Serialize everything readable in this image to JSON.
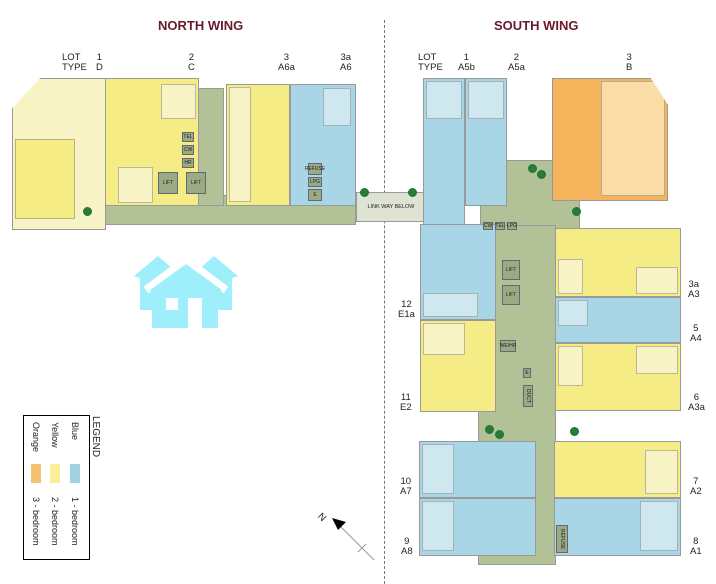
{
  "north_wing": {
    "title": "NORTH WING",
    "lot_header": {
      "lot": "LOT",
      "type": "TYPE"
    },
    "lots": [
      {
        "lot": "1",
        "type": "D",
        "color": "yellow"
      },
      {
        "lot": "2",
        "type": "C",
        "color": "yellow"
      },
      {
        "lot": "3",
        "type": "A6a",
        "color": "yellow"
      },
      {
        "lot": "3a",
        "type": "A6",
        "color": "blue"
      }
    ],
    "core_labels": {
      "lift1": "LIFT",
      "lift2": "LIFT",
      "tel": "TEL",
      "cw": "CW",
      "hr": "HR",
      "refuse": "REFUSE",
      "lpg": "LPG",
      "e": "E"
    }
  },
  "link_way": "LINK WAY BELOW",
  "south_wing": {
    "title": "SOUTH WING",
    "lot_header": {
      "lot": "LOT",
      "type": "TYPE"
    },
    "top_lots": [
      {
        "lot": "1",
        "type": "A5b",
        "color": "blue"
      },
      {
        "lot": "2",
        "type": "A5a",
        "color": "blue"
      },
      {
        "lot": "3",
        "type": "B",
        "color": "orange"
      }
    ],
    "side_lots": [
      {
        "lot": "3a",
        "type": "A3"
      },
      {
        "lot": "5",
        "type": "A4"
      },
      {
        "lot": "6",
        "type": "A3a"
      },
      {
        "lot": "12",
        "type": "E1a"
      },
      {
        "lot": "11",
        "type": "E2"
      },
      {
        "lot": "10",
        "type": "A7"
      },
      {
        "lot": "9",
        "type": "A8"
      },
      {
        "lot": "7",
        "type": "A2"
      },
      {
        "lot": "8",
        "type": "A1"
      }
    ],
    "core_labels": {
      "cw": "CW",
      "tel": "TEL",
      "lpg": "LPG",
      "lift1": "LIFT",
      "lift2": "LIFT",
      "wr": "WE/HR",
      "e": "E",
      "duct": "DUCT",
      "refuse": "REFUSE"
    }
  },
  "legend": {
    "title": "LEGEND",
    "items": [
      {
        "name": "Blue",
        "desc": "1 - bedroom",
        "color": "#9fd3e3"
      },
      {
        "name": "Yellow",
        "desc": "2 - bedroom",
        "color": "#f8ef96"
      },
      {
        "name": "Orange",
        "desc": "3 - bedroom",
        "color": "#f6c173"
      }
    ]
  },
  "north_arrow": "N",
  "watermark_icon": "houses-icon",
  "colors": {
    "blue": "#a9d6e6",
    "yellow": "#f6ec86",
    "orange": "#f5b45c",
    "green": "#b3c296",
    "title": "#6b1a2e",
    "watermark": "#9feefc"
  }
}
